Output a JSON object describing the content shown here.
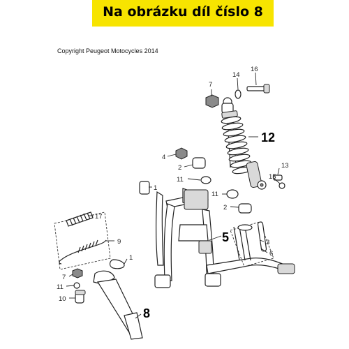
{
  "banner": {
    "text": "Na obrázku díl číslo 8",
    "color": "#f7e400"
  },
  "copyright": "Copyright Peugeot Motocycles 2014",
  "callouts": {
    "c1a": "1",
    "c1b": "1",
    "c2a": "2",
    "c2b": "2",
    "c3": "3",
    "c4": "4",
    "c5": "5",
    "c6": "6",
    "c7a": "7",
    "c7b": "7",
    "c8": "8",
    "c9": "9",
    "c10": "10",
    "c11a": "11",
    "c11b": "11",
    "c11c": "11",
    "c12": "12",
    "c13": "13",
    "c14": "14",
    "c15": "15",
    "c16": "16",
    "c17": "17"
  }
}
